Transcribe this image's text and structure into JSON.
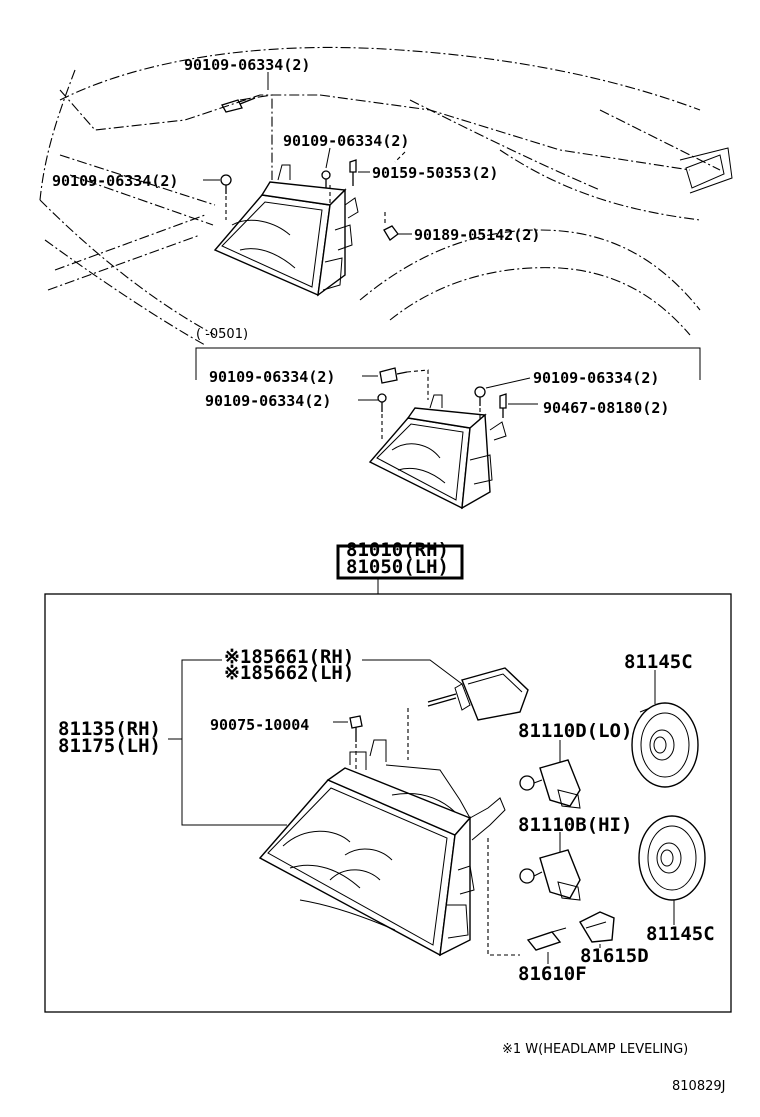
{
  "callouts": {
    "top_bolt_a": "90109-06334(2)",
    "top_bolt_b": "90109-06334(2)",
    "top_bolt_c": "90109-06334(2)",
    "top_screw": "90159-50353(2)",
    "top_clip": "90189-05142(2)",
    "variant_range": "(   -0501)",
    "mid_bolt_a": "90109-06334(2)",
    "mid_bolt_b": "90109-06334(2)",
    "mid_bolt_c": "90109-06334(2)",
    "mid_screw": "90467-08180(2)",
    "assy_rh": "81010(RH)",
    "assy_lh": "81050(LH)",
    "leveling_rh": "※185661(RH)",
    "leveling_lh": "※185662(LH)",
    "unit_rh": "81135(RH)",
    "unit_lh": "81175(LH)",
    "screw": "90075-10004",
    "cap_top": "81145C",
    "cap_bottom": "81145C",
    "bulb_lo": "81110D(LO)",
    "bulb_hi": "81110B(HI)",
    "socket": "81615D",
    "bulb_small": "81610F"
  },
  "footnote": "※1 W(HEADLAMP LEVELING)",
  "diagram_code": "810829J"
}
